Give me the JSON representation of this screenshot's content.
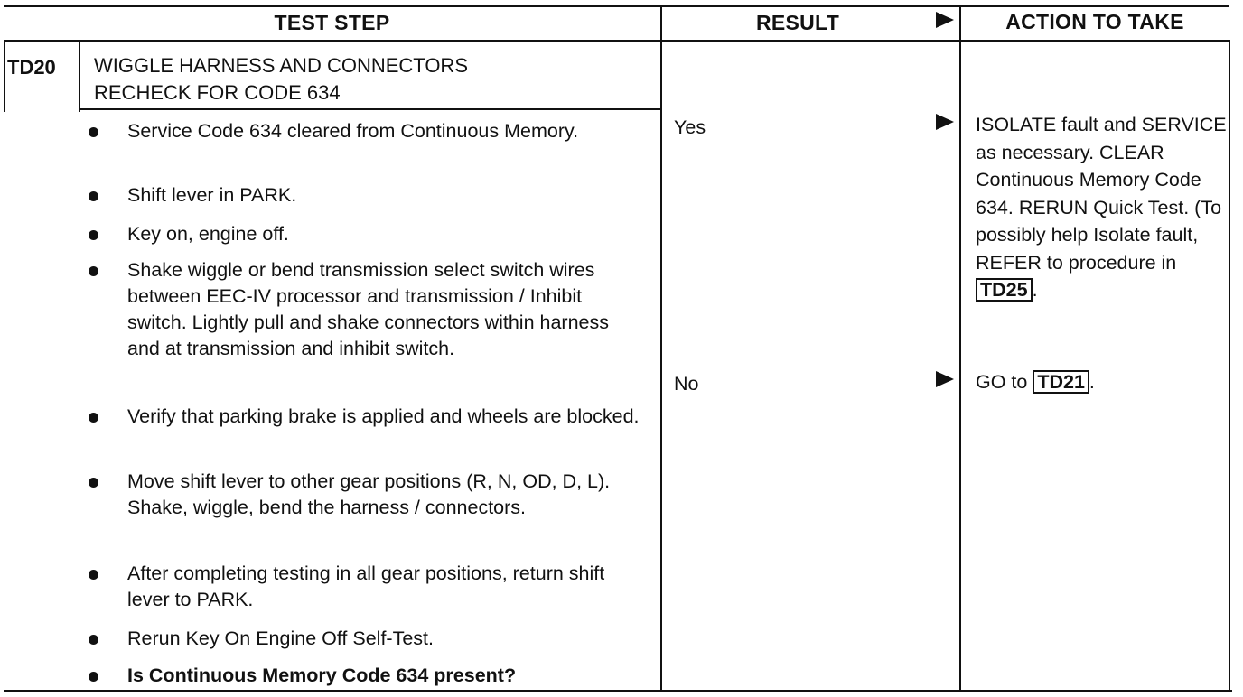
{
  "headers": {
    "test_step": "TEST STEP",
    "result": "RESULT",
    "action": "ACTION TO TAKE"
  },
  "step": {
    "code": "TD20",
    "title_line1": "WIGGLE HARNESS AND CONNECTORS",
    "title_line2": "RECHECK FOR CODE 634"
  },
  "bullets": [
    {
      "text": "Service Code 634 cleared from Continuous Memory."
    },
    {
      "text": "Shift lever in PARK."
    },
    {
      "text": "Key on, engine off."
    },
    {
      "text": "Shake wiggle or bend transmission select switch wires between EEC-IV processor and transmission / Inhibit switch. Lightly pull and shake connectors within harness and at transmission and inhibit switch."
    },
    {
      "text": "Verify that parking brake is applied and wheels are blocked."
    },
    {
      "text": "Move shift lever to other gear positions (R, N, OD, D, L). Shake, wiggle, bend the harness / connectors."
    },
    {
      "text": "After completing testing in all gear positions, return shift lever to PARK."
    },
    {
      "text": "Rerun Key On Engine Off Self-Test."
    },
    {
      "text": "Is Continuous Memory Code 634 present?"
    }
  ],
  "results": {
    "yes": "Yes",
    "no": "No"
  },
  "actions": {
    "yes_text": "ISOLATE fault and SERVICE as necessary. CLEAR Continuous Memory Code 634. RERUN Quick Test. (To possibly help Isolate fault, REFER to procedure in",
    "yes_ref": "TD25",
    "yes_end": ".",
    "no_text": "GO to",
    "no_ref": "TD21",
    "no_end": "."
  }
}
